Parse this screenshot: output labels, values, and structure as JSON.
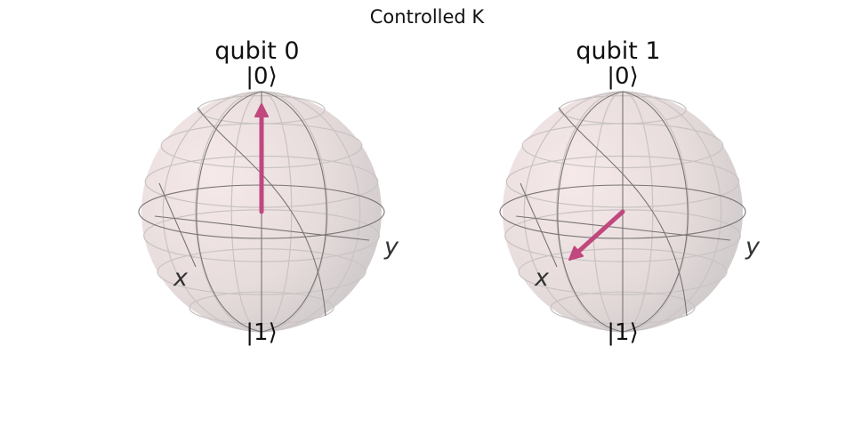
{
  "figure": {
    "title": "Controlled K"
  },
  "spheres": [
    {
      "title": "qubit 0",
      "labels": {
        "top": "|0⟩",
        "bottom": "|1⟩",
        "x": "x",
        "y": "y"
      },
      "vector": {
        "dir": "up"
      }
    },
    {
      "title": "qubit 1",
      "labels": {
        "top": "|0⟩",
        "bottom": "|1⟩",
        "x": "x",
        "y": "y"
      },
      "vector": {
        "dir": "x"
      }
    }
  ],
  "colors": {
    "vector": "#c0487e",
    "sphere_light": "#f6e9e9",
    "sphere_dark": "#cdc8c8",
    "wire": "#7a7575",
    "grid": "#c9c3c3"
  }
}
